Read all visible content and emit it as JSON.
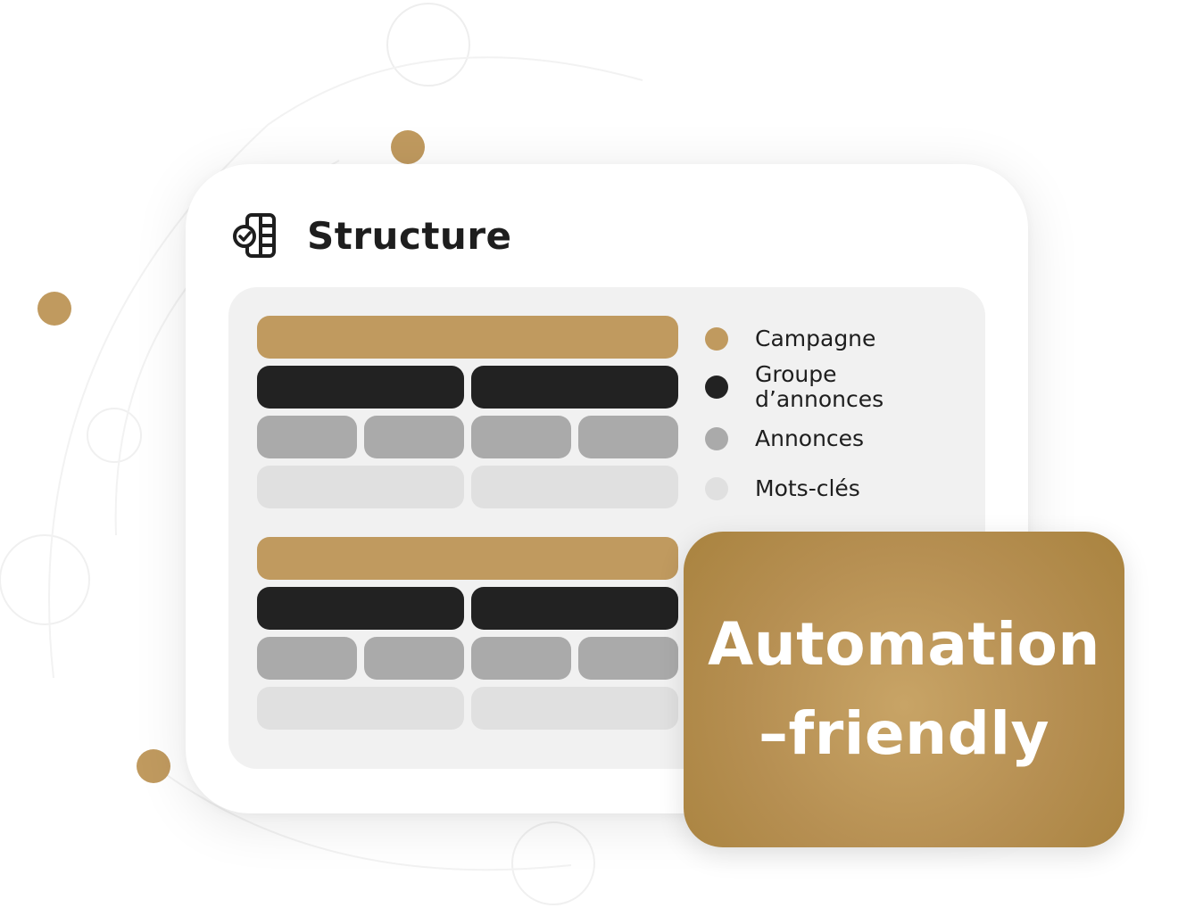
{
  "card": {
    "title": "Structure",
    "icon": "structure-icon"
  },
  "legend": [
    {
      "label_lines": [
        "Campagne"
      ],
      "color": "#c09a5f"
    },
    {
      "label_lines": [
        "Groupe",
        "d’annonces"
      ],
      "color": "#222222"
    },
    {
      "label_lines": [
        "Annonces"
      ],
      "color": "#aaaaaa"
    },
    {
      "label_lines": [
        "Mots-clés"
      ],
      "color": "#e0e0e0"
    }
  ],
  "badge": {
    "line1": "Automation",
    "line2": "–friendly"
  },
  "colors": {
    "accent": "#c09a5f",
    "dark": "#222222",
    "mid_gray": "#aaaaaa",
    "light_gray": "#e0e0e0",
    "panel": "#f1f1f1",
    "badge": "#b68f52"
  }
}
